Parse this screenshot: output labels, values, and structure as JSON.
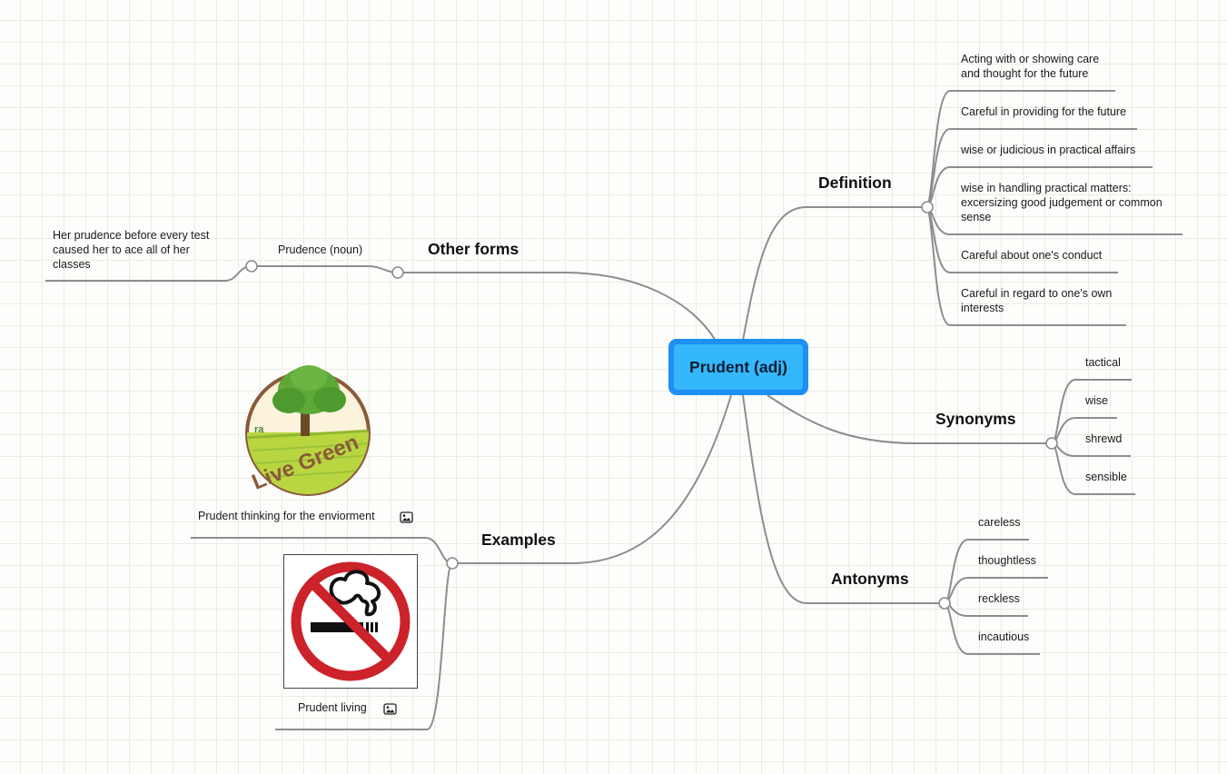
{
  "root": {
    "label": "Prudent (adj)"
  },
  "branches": {
    "definition": {
      "label": "Definition",
      "items": [
        "Acting with or showing care and thought for the future",
        "Careful in providing for the future",
        "wise or judicious in practical affairs",
        "wise in handling practical matters: excersizing good judgement or common sense",
        "Careful about one's conduct",
        "Careful in regard to one's own interests"
      ]
    },
    "synonyms": {
      "label": "Synonyms",
      "items": [
        "tactical",
        "wise",
        "shrewd",
        "sensible"
      ]
    },
    "antonyms": {
      "label": "Antonyms",
      "items": [
        "careless",
        "thoughtless",
        "reckless",
        "incautious"
      ]
    },
    "other_forms": {
      "label": "Other forms",
      "item": "Prudence (noun)",
      "sub_item": "Her prudence before every test caused her to ace all of her classes"
    },
    "examples": {
      "label": "Examples",
      "items": [
        "Prudent thinking for the enviorment",
        "Prudent living"
      ]
    }
  },
  "images": {
    "live_green_logo": {
      "text": "Live Green",
      "small_text": "ra"
    }
  },
  "icons": [
    "image-icon"
  ],
  "colors": {
    "root_outer": "#1e8ff5",
    "root_inner": "#35b7fb",
    "link": "#8d8d8d",
    "no_smoking_red": "#cc2229"
  }
}
